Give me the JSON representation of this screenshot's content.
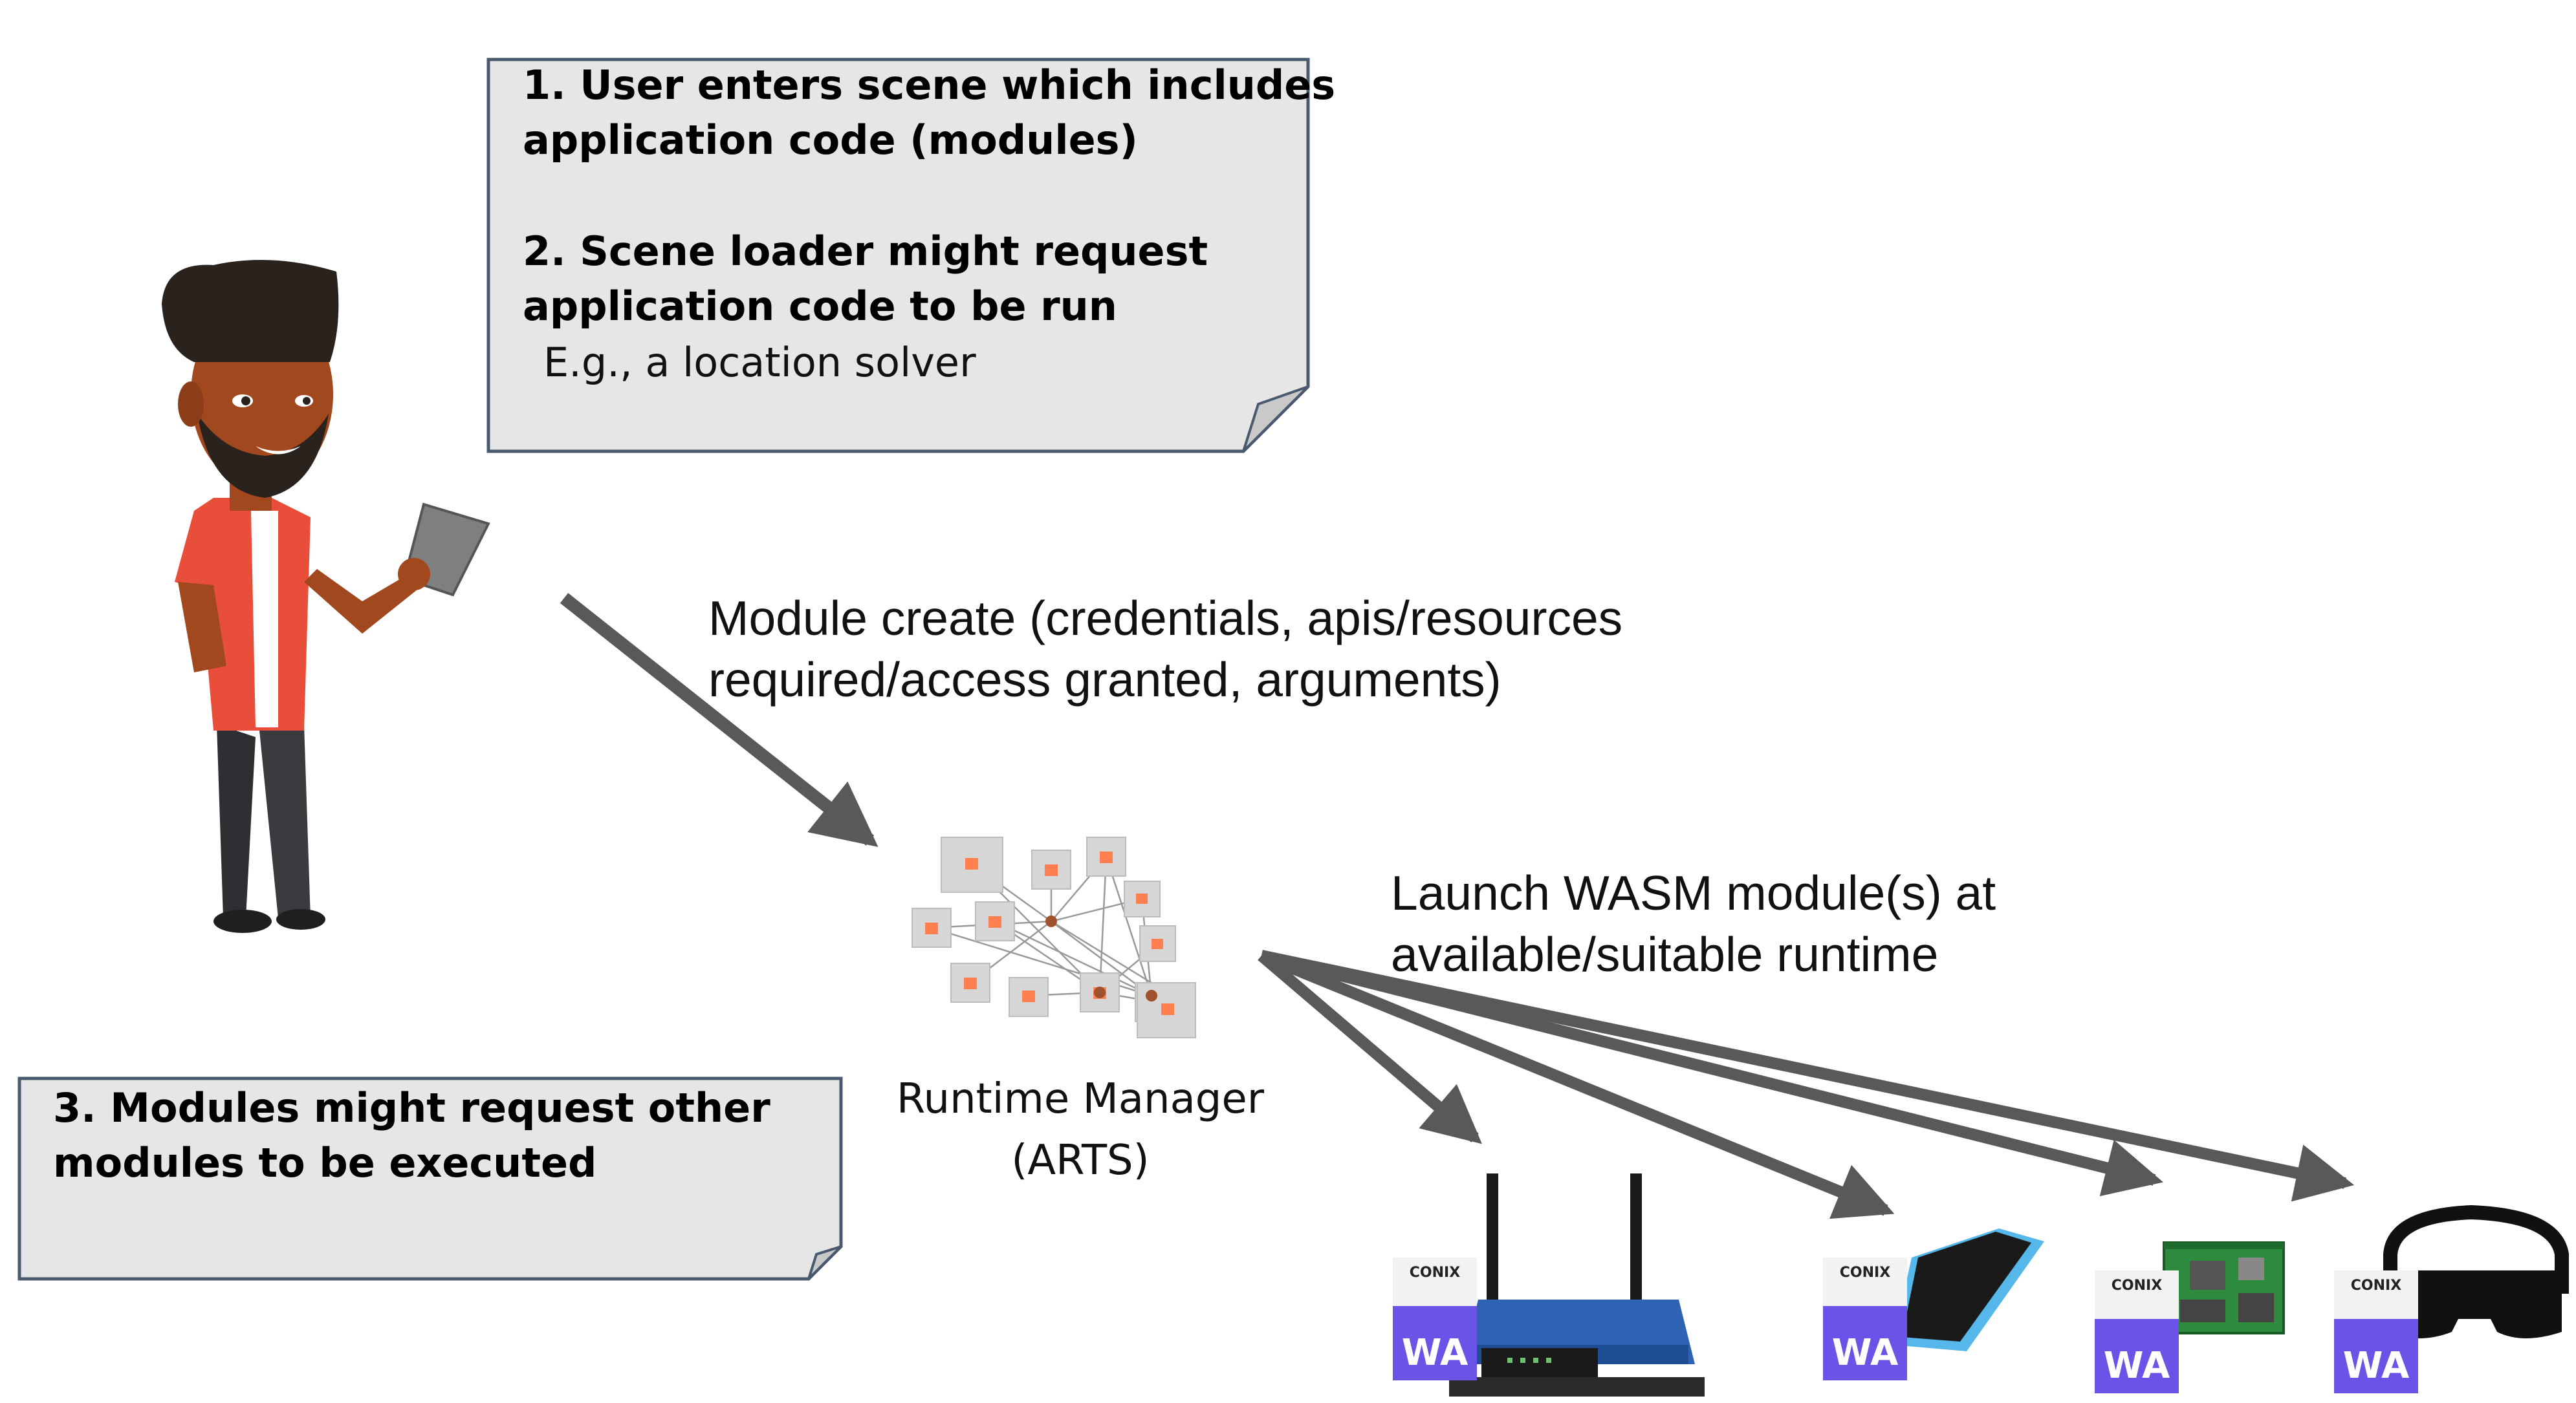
{
  "notes": {
    "top": {
      "line1": "1. User enters scene which includes",
      "line2": "application code (modules)",
      "line3": "2. Scene loader might request",
      "line4": "application code to be run",
      "sub": "E.g., a location solver"
    },
    "bottom": {
      "line1": "3. Modules might request other",
      "line2": "modules to be executed"
    }
  },
  "labels": {
    "module_create_1": "Module create (credentials, apis/resources",
    "module_create_2": "required/access granted, arguments)",
    "launch_1": "Launch WASM module(s) at",
    "launch_2": "available/suitable runtime"
  },
  "runtime_manager": {
    "line1": "Runtime Manager",
    "line2": "(ARTS)"
  },
  "badges": {
    "brand": "CONIX",
    "wa": "WA"
  },
  "colors": {
    "note_fill": "#e6e6e6",
    "note_stroke": "#4a5a6e",
    "arrow": "#595959",
    "wa_purple": "#6a53e6",
    "router_blue": "#2f62b3",
    "shirt_red": "#e94e3a",
    "skin": "#a1481e"
  },
  "icons": [
    "user-illustration",
    "phone-icon",
    "network-graph-icon",
    "router-icon",
    "smartphone-icon",
    "raspberry-pi-icon",
    "vr-headset-icon"
  ]
}
